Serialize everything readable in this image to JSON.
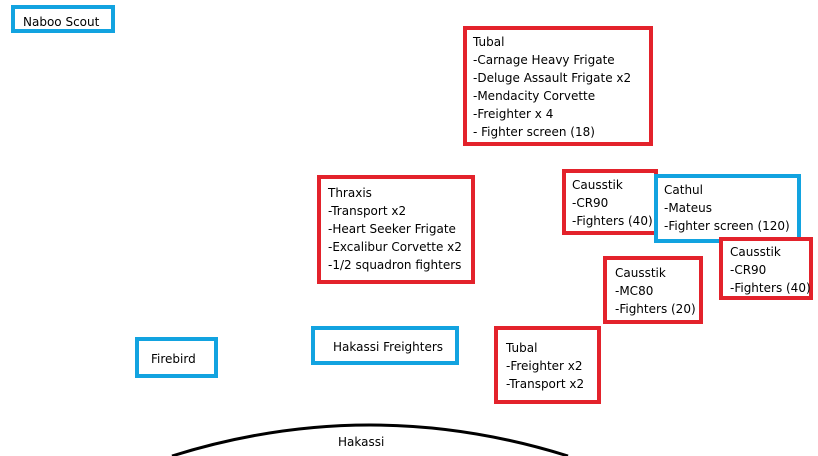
{
  "colors": {
    "hostile_border": "#e3222b",
    "friendly_border": "#12a3e0",
    "planet_line": "#000000"
  },
  "friendly": {
    "naboo_scout": "Naboo Scout",
    "firebird": "Firebird",
    "hakassi_freighters": "Hakassi Freighters",
    "cathul": {
      "title": "Cathul",
      "items": [
        "-Mateus",
        "-Fighter screen (120)"
      ]
    }
  },
  "hostile": {
    "tubal_main": {
      "title": "Tubal",
      "items": [
        "-Carnage Heavy Frigate",
        "-Deluge Assault Frigate x2",
        "-Mendacity Corvette",
        "-Freighter x 4",
        "- Fighter screen (18)"
      ]
    },
    "thraxis": {
      "title": "Thraxis",
      "items": [
        "-Transport x2",
        "-Heart Seeker Frigate",
        "-Excalibur Corvette x2",
        "-1/2 squadron fighters"
      ]
    },
    "causstik_1": {
      "title": "Causstik",
      "items": [
        "-CR90",
        "-Fighters (40)"
      ]
    },
    "causstik_2": {
      "title": "Causstik",
      "items": [
        "-MC80",
        "-Fighters (20)"
      ]
    },
    "causstik_3": {
      "title": "Causstik",
      "items": [
        "-CR90",
        "-Fighters (40)"
      ]
    },
    "tubal_small": {
      "title": "Tubal",
      "items": [
        "-Freighter x2",
        "-Transport x2"
      ]
    }
  },
  "planet": {
    "label": "Hakassi"
  }
}
